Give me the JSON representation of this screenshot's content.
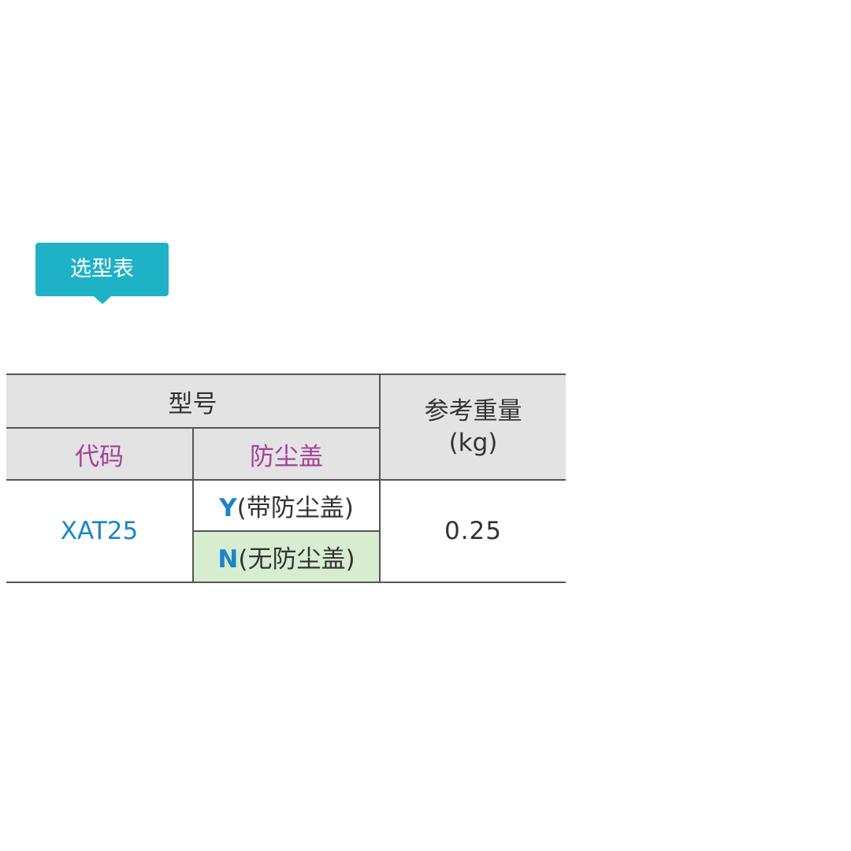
{
  "tag": {
    "label": "选型表"
  },
  "table": {
    "header_model": "型号",
    "header_weight_line1": "参考重量",
    "header_weight_line2": "(kg)",
    "header_code": "代码",
    "header_dust_cover": "防尘盖",
    "rows": [
      {
        "code": "XAT25",
        "options": [
          {
            "letter": "Y",
            "text": "(带防尘盖)"
          },
          {
            "letter": "N",
            "text": "(无防尘盖)"
          }
        ],
        "weight": "0.25"
      }
    ]
  },
  "colors": {
    "tag_bg": "#1fb2c6",
    "header_bg": "#e3e3e3",
    "subheader_text": "#a5409a",
    "code_text": "#1a86c7",
    "option_n_bg": "#d6edd0"
  }
}
